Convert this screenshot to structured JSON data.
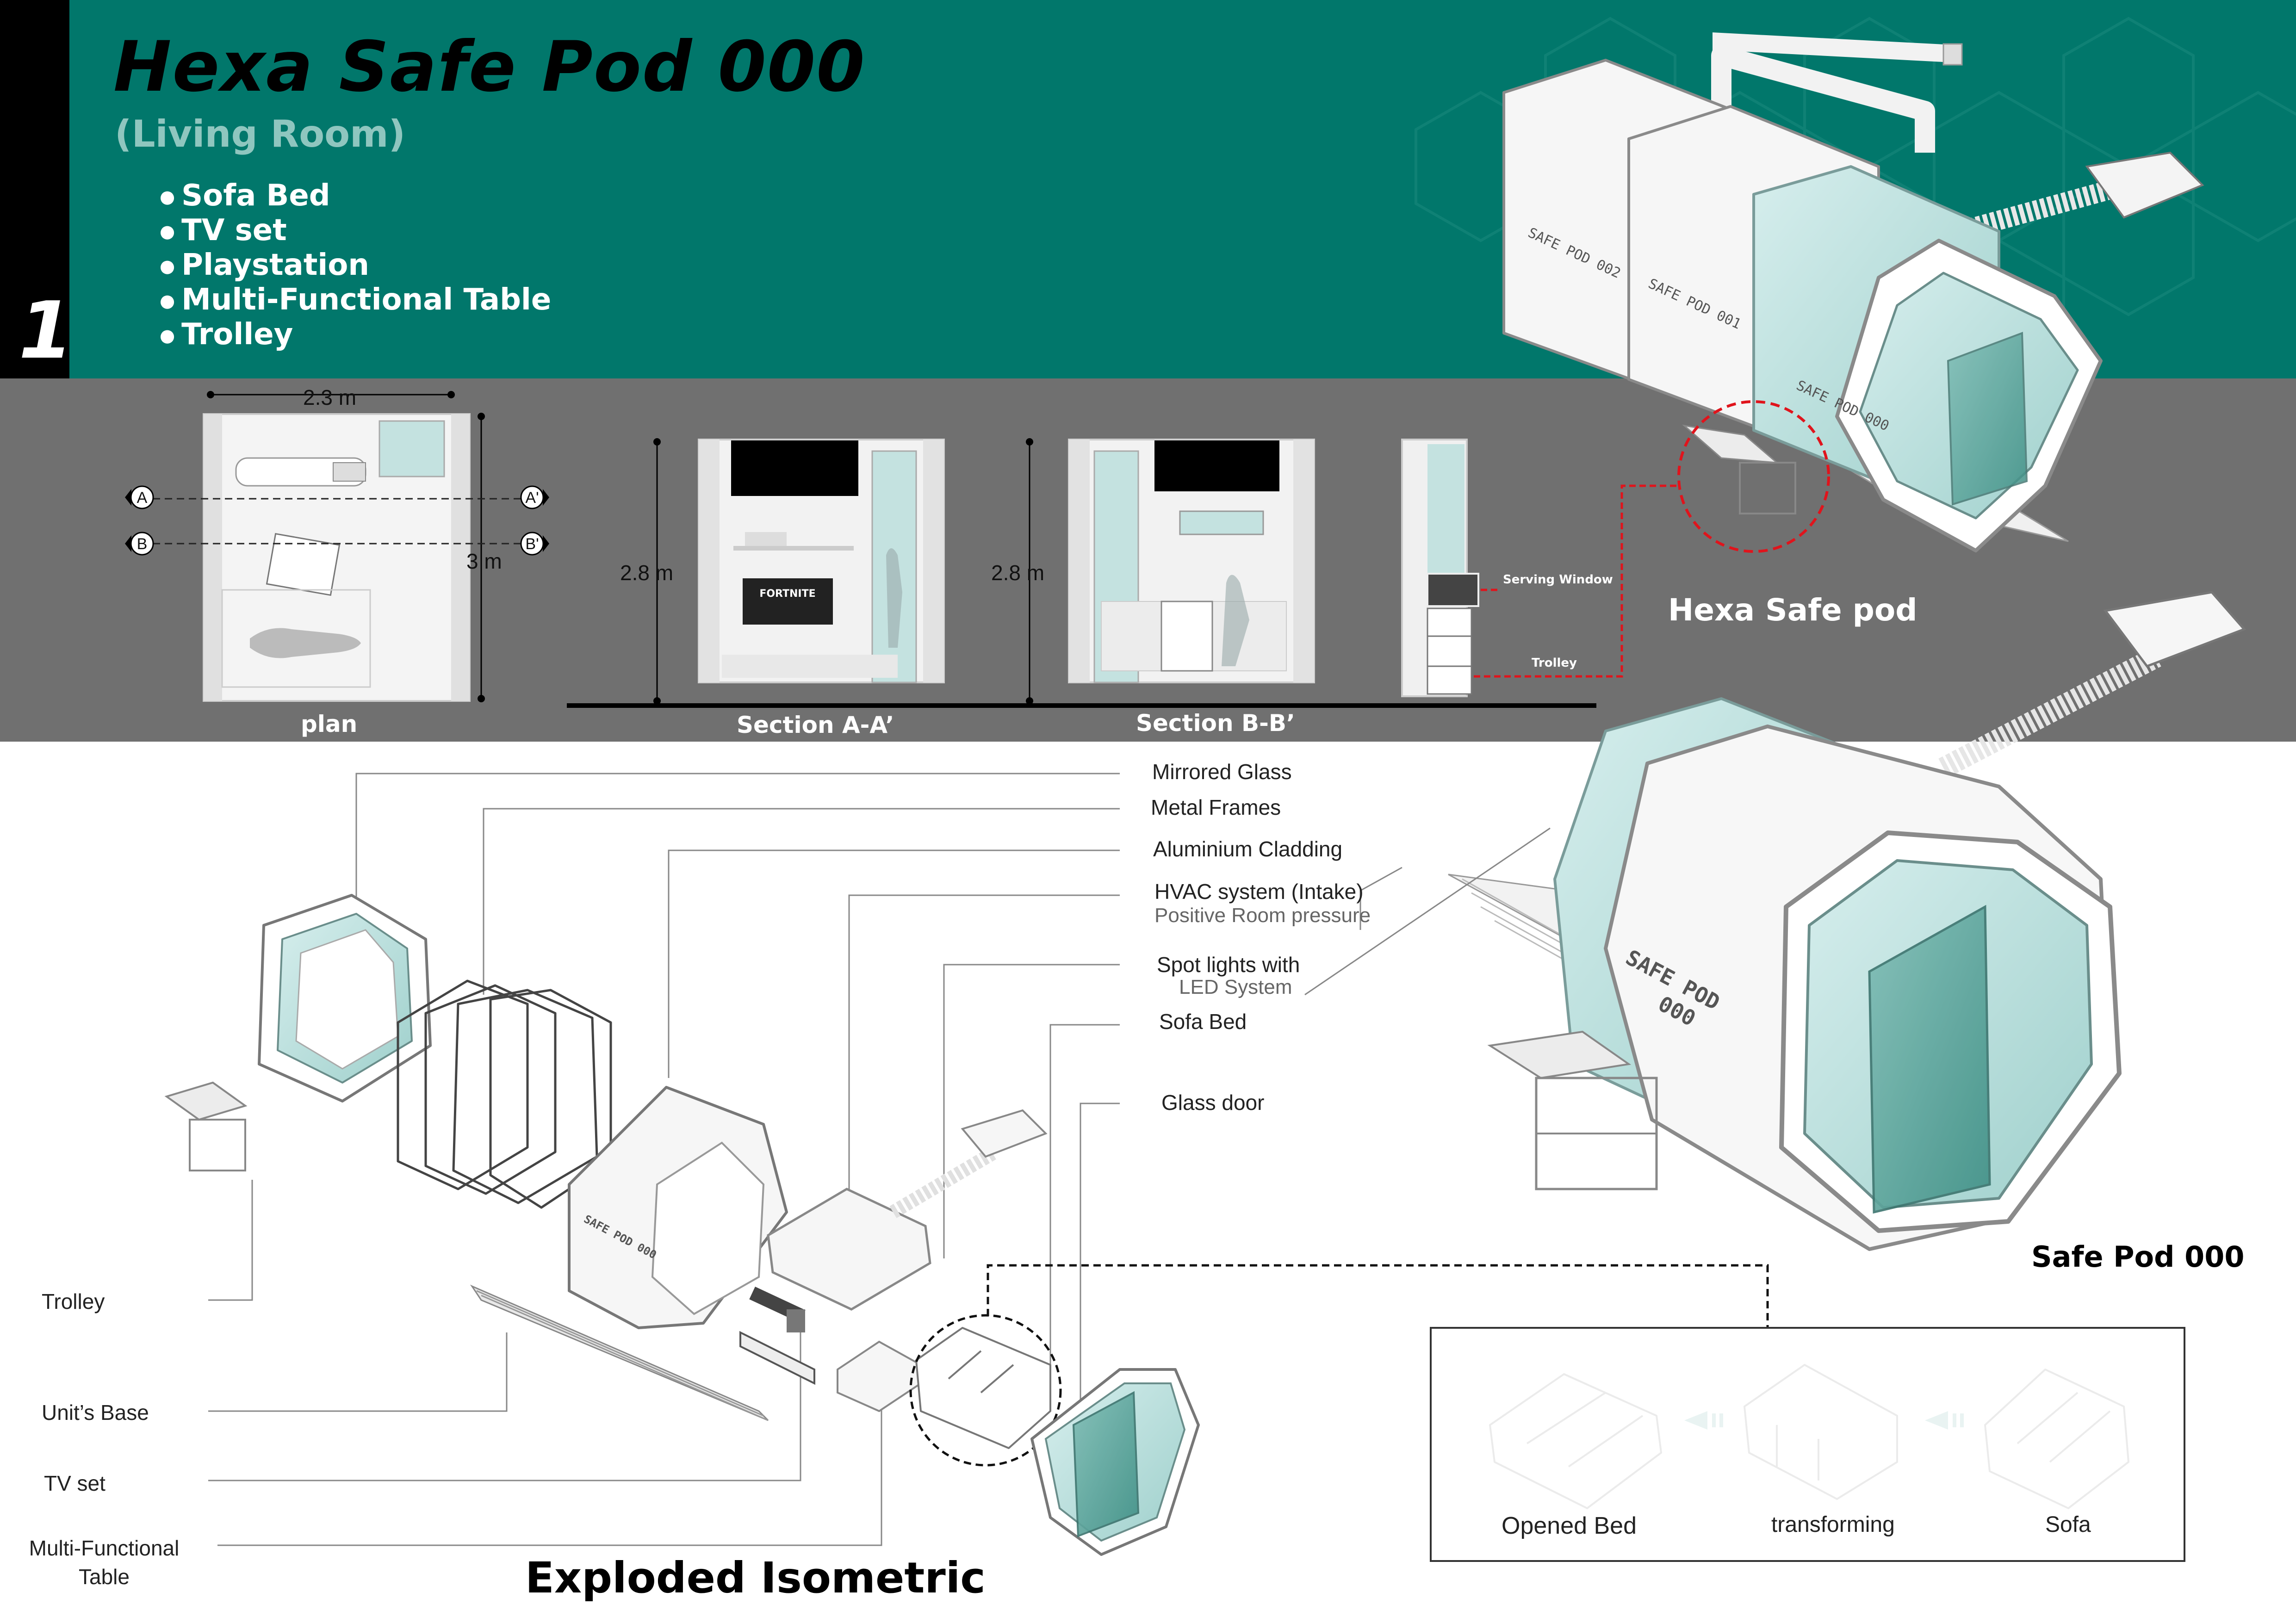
{
  "sheet_number": "1",
  "title": "Hexa Safe Pod 000",
  "subtitle": "(Living Room)",
  "features": [
    "Sofa Bed",
    "TV set",
    "Playstation",
    "Multi-Functional Table",
    "Trolley"
  ],
  "drawings": {
    "plan": {
      "label": "plan",
      "width_dim": "2.3 m",
      "length_dim": "3 m",
      "section_markers": [
        "A",
        "A'",
        "B",
        "B'"
      ]
    },
    "section_aa": {
      "label": "Section A-A’",
      "height_dim": "2.8 m",
      "tv_text": "FORTNITE"
    },
    "section_bb": {
      "label": "Section B-B’",
      "height_dim": "2.8 m"
    },
    "side_callouts": {
      "serving_window": "Serving Window",
      "trolley": "Trolley"
    }
  },
  "hexa_pod": {
    "label": "Hexa Safe pod",
    "modules": [
      "SAFE POD 002",
      "SAFE POD 001",
      "SAFE POD 000"
    ]
  },
  "safe_pod_000": {
    "label": "Safe Pod 000",
    "body_text_1": "SAFE POD",
    "body_text_2": "000"
  },
  "exploded": {
    "title": "Exploded Isometric",
    "right_labels": [
      {
        "main": "Mirrored Glass"
      },
      {
        "main": "Metal Frames"
      },
      {
        "main": "Aluminium Cladding"
      },
      {
        "main": "HVAC system (Intake)",
        "sub": "Positive Room pressure"
      },
      {
        "main": "Spot lights with",
        "sub": "LED System"
      },
      {
        "main": "Sofa Bed"
      },
      {
        "main": "Glass door"
      }
    ],
    "left_labels": [
      "Trolley",
      "Unit’s Base",
      "TV set",
      "Multi-Functional\nTable"
    ],
    "cladding_text": "SAFE POD 000"
  },
  "transformation": {
    "states": [
      "Opened Bed",
      "transforming",
      "Sofa"
    ]
  },
  "colors": {
    "teal_band": "#01776b",
    "gray_band": "#707070",
    "glass": "#b9dedd",
    "glass_door": "#5fa79e",
    "red_callout": "#e0141c"
  }
}
